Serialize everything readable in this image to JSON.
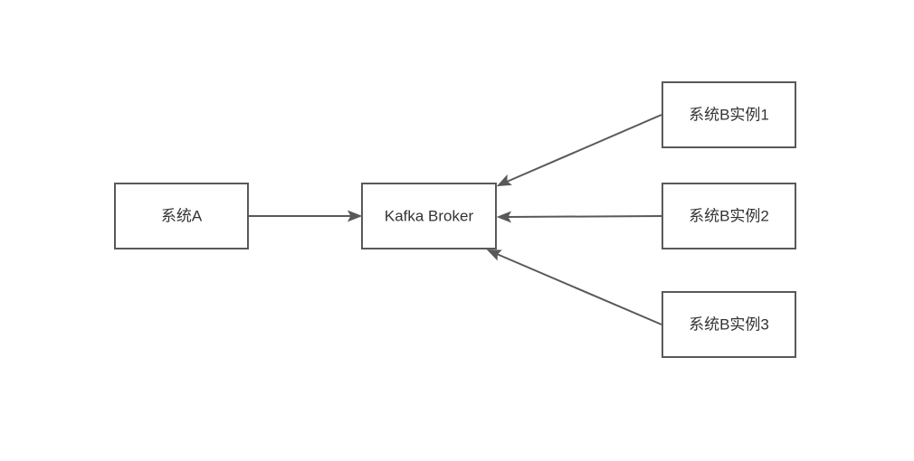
{
  "nodes": {
    "system_a": "系统A",
    "kafka_broker": "Kafka Broker",
    "b_instance_1": "系统B实例1",
    "b_instance_2": "系统B实例2",
    "b_instance_3": "系统B实例3"
  },
  "edges": [
    {
      "from": "系统A",
      "to": "Kafka Broker"
    },
    {
      "from": "系统B实例1",
      "to": "Kafka Broker"
    },
    {
      "from": "系统B实例2",
      "to": "Kafka Broker"
    },
    {
      "from": "系统B实例3",
      "to": "Kafka Broker"
    }
  ],
  "colors": {
    "stroke": "#595959",
    "text": "#333333",
    "background": "#ffffff"
  }
}
